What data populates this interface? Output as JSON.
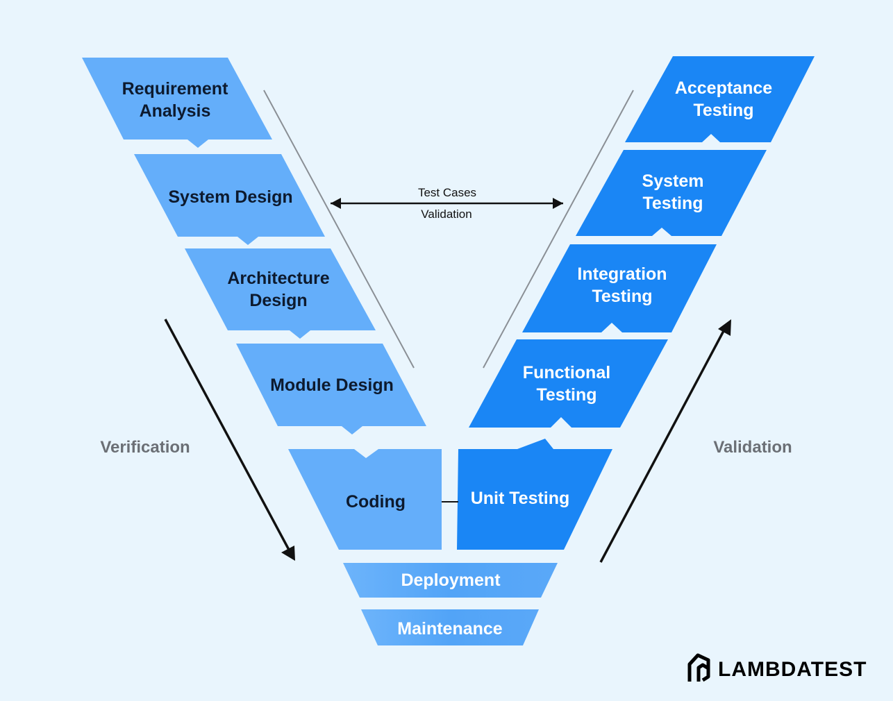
{
  "colors": {
    "background": "#e9f5fd",
    "left_phase": "#64aefa",
    "right_phase": "#1a86f5",
    "bottom_phase": "#5aa8f8",
    "arrow": "#111111",
    "guide_line": "#8a8f95",
    "side_label": "#6b6f75"
  },
  "left_phases": [
    {
      "line1": "Requirement",
      "line2": "Analysis"
    },
    {
      "line1": "System Design",
      "line2": ""
    },
    {
      "line1": "Architecture",
      "line2": "Design"
    },
    {
      "line1": "Module Design",
      "line2": ""
    },
    {
      "line1": "Coding",
      "line2": ""
    }
  ],
  "right_phases": [
    {
      "line1": "Acceptance",
      "line2": "Testing"
    },
    {
      "line1": "System",
      "line2": "Testing"
    },
    {
      "line1": "Integration",
      "line2": "Testing"
    },
    {
      "line1": "Functional",
      "line2": "Testing"
    },
    {
      "line1": "Unit Testing",
      "line2": ""
    }
  ],
  "bottom_phases": [
    {
      "label": "Deployment"
    },
    {
      "label": "Maintenance"
    }
  ],
  "middle": {
    "top_label": "Test Cases",
    "bottom_label": "Validation"
  },
  "side_labels": {
    "left": "Verification",
    "right": "Validation"
  },
  "logo": {
    "text": "LAMBDATEST",
    "icon": "lambdatest-logo-icon"
  }
}
